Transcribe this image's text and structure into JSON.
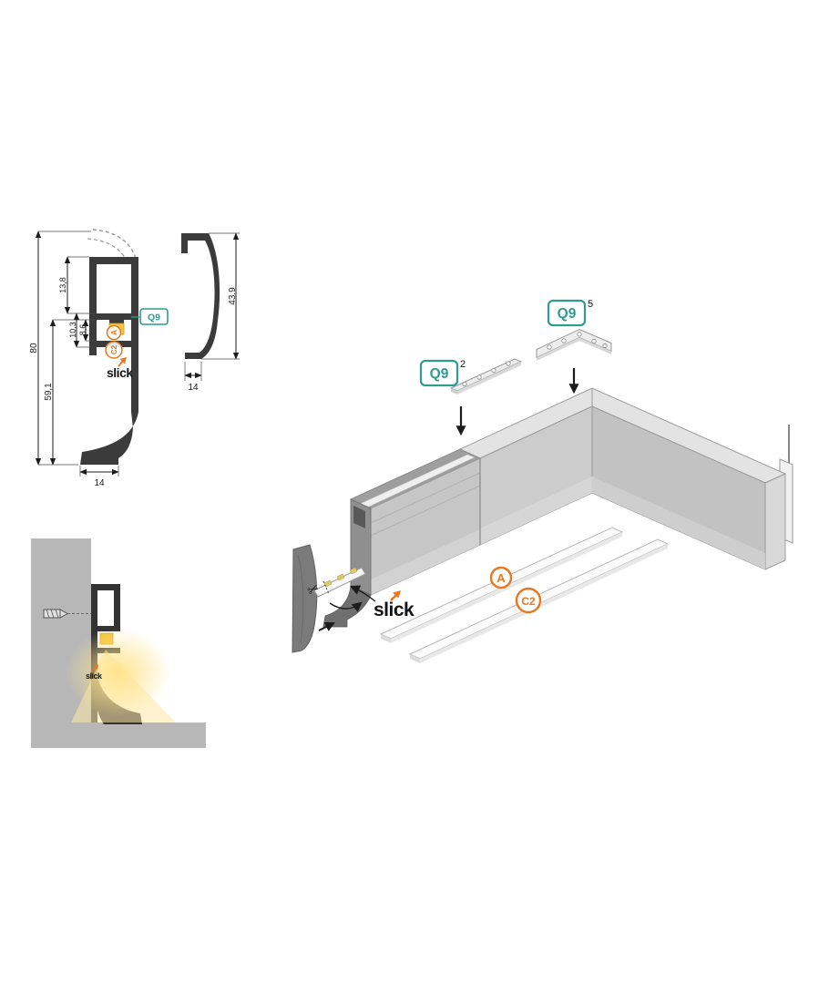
{
  "page": {
    "background": "#ffffff"
  },
  "colors": {
    "teal": "#2E9C8E",
    "orange": "#E87722",
    "profile_dark": "#3b3b3b",
    "wall_gray": "#b7b7b7",
    "led_yellow": "#f5c63c"
  },
  "cross_section": {
    "dims": {
      "overall_height": "80",
      "lower_height": "59,1",
      "top_depth": "13,8",
      "pocket_outer": "10,3",
      "pocket_inner": "8,6",
      "foot_width": "14"
    },
    "q9_label": "Q9",
    "cover_a": "A",
    "cover_c2": "C2",
    "brand": "slick"
  },
  "side_view": {
    "dims": {
      "height": "43,9",
      "width": "14"
    }
  },
  "wall_mount": {
    "brand": "slick"
  },
  "exploded": {
    "straight_connector": {
      "label": "Q9",
      "qty": "2"
    },
    "corner_connector": {
      "label": "Q9",
      "qty": "5"
    },
    "cover_a": "A",
    "cover_c2": "C2",
    "brand": "slick"
  }
}
